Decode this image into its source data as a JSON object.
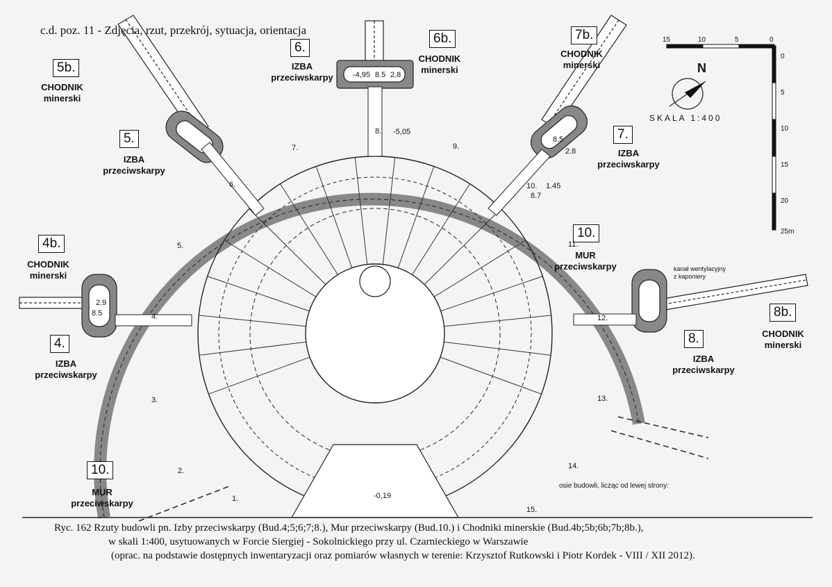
{
  "header": {
    "title": "c.d. poz. 11 - Zdjęcia, rzut, przekrój, sytuacja, orientacja"
  },
  "labels": {
    "izba": "IZBA",
    "izba_sub": "przeciwskarpy",
    "chodnik": "CHODNIK",
    "chodnik_sub": "minerski",
    "mur": "MUR",
    "mur_sub": "przeciwskarpy"
  },
  "boxes": {
    "b4": "4.",
    "b5": "5.",
    "b6": "6.",
    "b7": "7.",
    "b8": "8.",
    "b4b": "4b.",
    "b5b": "5b.",
    "b6b": "6b.",
    "b7b": "7b.",
    "b8b": "8b.",
    "b10a": "10.",
    "b10b": "10."
  },
  "rooms": [
    "1.",
    "2.",
    "3.",
    "4.",
    "5.",
    "6.",
    "7.",
    "8.",
    "9.",
    "10.",
    "11.",
    "12.",
    "13.",
    "14.",
    "15."
  ],
  "levels": {
    "l1": "-4,95",
    "l2": "-5,05",
    "l3": "-0,19"
  },
  "dims": {
    "d1": "8.5",
    "d2": "2.8",
    "d3": "2.9",
    "d4": "8.5",
    "d5": "8.5",
    "d6": "2.8",
    "d7": "8.7",
    "d8": "1.45"
  },
  "annotations": {
    "vent1": "kanał wentylacyjny",
    "vent2": "z kaponiery",
    "axes": "osie budowli, licząc od lewej strony:"
  },
  "orientation": {
    "north": "N",
    "scale": "SKALA 1:400"
  },
  "scalebar": {
    "h": [
      "15",
      "10",
      "5",
      "0"
    ],
    "v": [
      "0",
      "5",
      "10",
      "15",
      "20",
      "25m"
    ]
  },
  "caption": {
    "line1": "Ryc. 162  Rzuty budowli pn.  Izby przeciwskarpy  (Bud.4;5;6;7;8.), Mur przeciwskarpy (Bud.10.) i Chodniki minerskie (Bud.4b;5b;6b;7b;8b.),",
    "line2": "w skali 1:400,  usytuowanych  w  Forcie Siergiej - Sokolnickiego przy ul. Czarnieckiego w Warszawie",
    "line3": "(oprac. na podstawie dostępnych inwentaryzacji oraz pomiarów własnych w terenie:  Krzysztof Rutkowski i Piotr Kordek - VIII / XII 2012)."
  }
}
